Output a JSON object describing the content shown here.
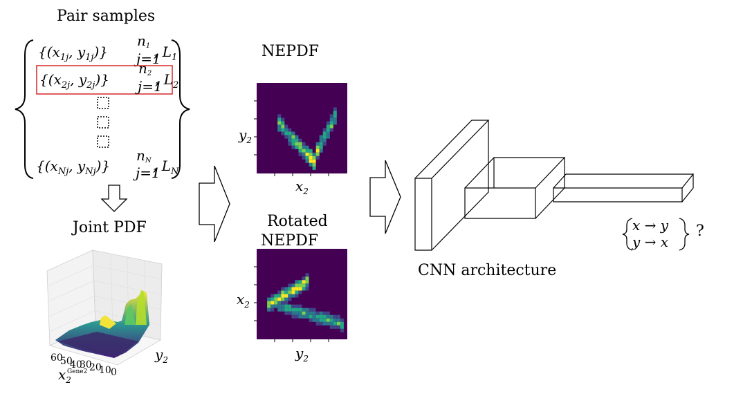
{
  "title_pair_samples": "Pair samples",
  "pair_rows": [
    {
      "set": "{(x",
      "i": "1j",
      "comma": ", y",
      "j": "1j",
      "close": ")}",
      "sup": "n",
      "supsub": "1",
      "sub": "j=1",
      "L": ", L",
      "Lsub": "1"
    },
    {
      "set": "{(x",
      "i": "2j",
      "comma": ", y",
      "j": "2j",
      "close": ")}",
      "sup": "n",
      "supsub": "2",
      "sub": "j=1",
      "L": ", L",
      "Lsub": "2"
    },
    {
      "set": "{(x",
      "i": "Nj",
      "comma": ", y",
      "j": "Nj",
      "close": ")}",
      "sup": "n",
      "supsub": "N",
      "sub": "j=1",
      "L": ", L",
      "Lsub": "N"
    }
  ],
  "joint_pdf_label": "Joint PDF",
  "joint_pdf_axes": {
    "x_ticks": [
      "60",
      "50",
      "40",
      "30",
      "20",
      "10",
      "0"
    ],
    "x_label": "Gene2",
    "x_var": "x",
    "x_var_sub": "2",
    "y_var": "y",
    "y_var_sub": "2"
  },
  "nepdf_label": "NEPDF",
  "nepdf_axes": {
    "x": "x",
    "x_sub": "2",
    "y": "y",
    "y_sub": "2"
  },
  "rotated_label_line1": "Rotated",
  "rotated_label_line2": "NEPDF",
  "rotated_axes": {
    "x": "y",
    "x_sub": "2",
    "y": "x",
    "y_sub": "2"
  },
  "cnn_label": "CNN architecture",
  "output_line1": "x → y",
  "output_line2": "y → x",
  "output_question": "?",
  "colors": {
    "heat_bg": "#440154",
    "heat_mid": "#21918c",
    "heat_hi": "#fde725",
    "highlight_box": "#d62728"
  }
}
